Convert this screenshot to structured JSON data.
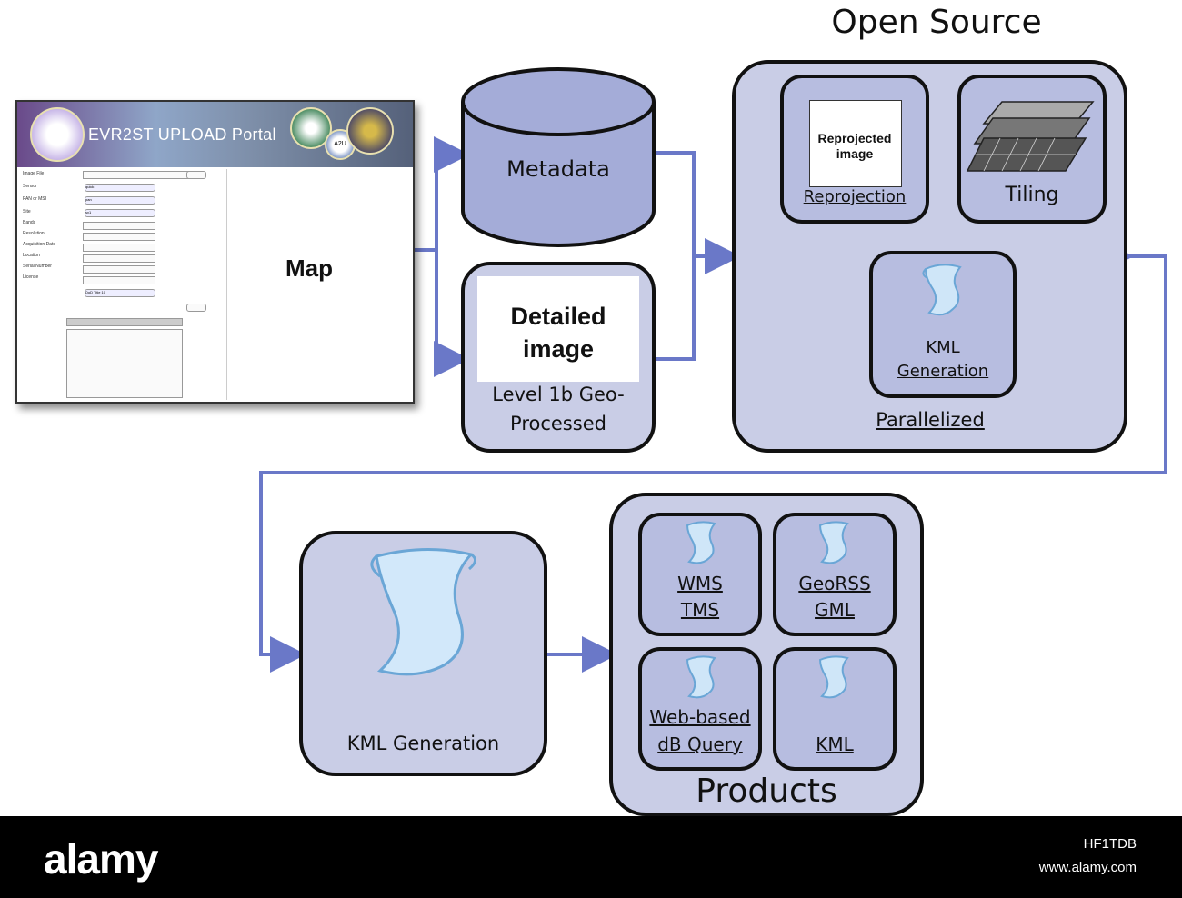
{
  "title": "Open Source",
  "portal": {
    "title": "EVR2ST UPLOAD Portal",
    "badge": "A2U",
    "map_label": "Map",
    "fields": [
      "Image File",
      "Sensor",
      "PAN or MSI",
      "Site",
      "Bands",
      "Resolution",
      "Acquisition Date",
      "Location",
      "Serial Number",
      "License"
    ],
    "selects": [
      "quick",
      "pan",
      "sv1",
      "DoD Title 10"
    ]
  },
  "nodes": {
    "metadata": "Metadata",
    "detailed_image": "Detailed image",
    "level1b_line1": "Level 1b Geo-",
    "level1b_line2": "Processed",
    "reprojected_image": "Reprojected image",
    "reprojection": "Reprojection",
    "tiling": "Tiling",
    "kml_gen_line1": "KML",
    "kml_gen_line2": "Generation",
    "parallelized": "Parallelized",
    "kml_generation": "KML Generation"
  },
  "products": {
    "label": "Products",
    "items": [
      {
        "line1": "WMS",
        "line2": "TMS"
      },
      {
        "line1": "GeoRSS",
        "line2": "GML"
      },
      {
        "line1": "Web-based",
        "line2": "dB Query"
      },
      {
        "line1": "",
        "line2": "KML"
      }
    ]
  },
  "watermark": {
    "brand": "alamy",
    "image_id": "HF1TDB",
    "url": "www.alamy.com"
  },
  "colors": {
    "box_fill": "#c9cde6",
    "inner_fill": "#b7bde0",
    "arrow": "#6a78c8",
    "cylinder": "#a4acd8"
  },
  "icons": [
    "scroll-icon",
    "tile-stack-icon",
    "database-icon",
    "eagle-logo-icon"
  ]
}
